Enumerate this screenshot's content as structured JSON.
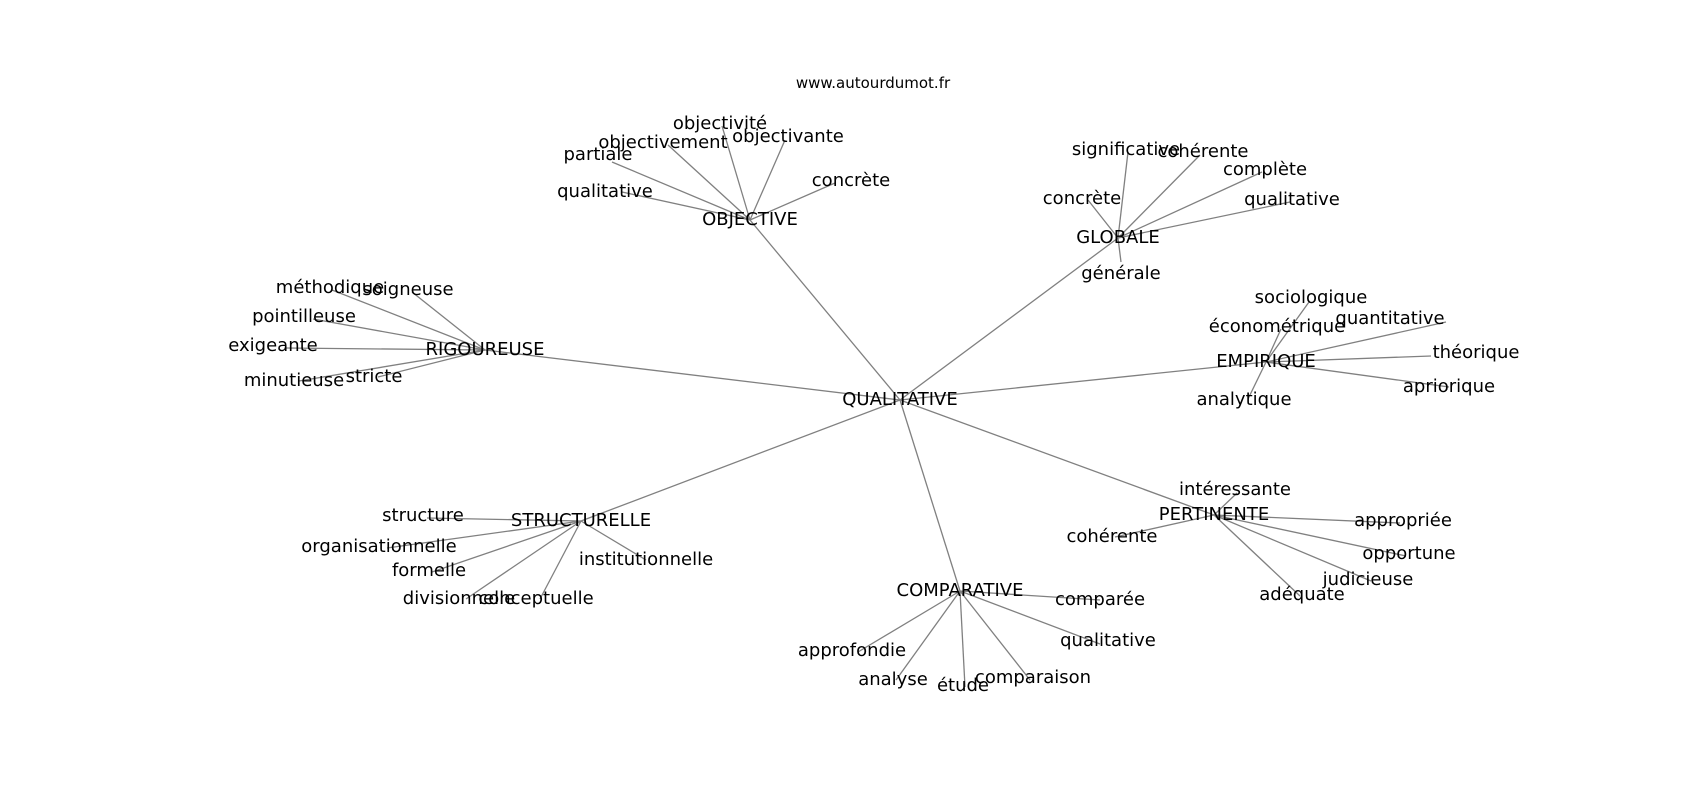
{
  "source": "www.autourdumot.fr",
  "center": "QUALITATIVE",
  "groups": [
    {
      "label": "OBJECTIVE",
      "words": [
        "qualitative",
        "partiale",
        "objectivement",
        "objectivité",
        "objectivante",
        "concrète"
      ]
    },
    {
      "label": "GLOBALE",
      "words": [
        "significative",
        "cohérente",
        "complète",
        "qualitative",
        "concrète",
        "générale"
      ]
    },
    {
      "label": "RIGOUREUSE",
      "words": [
        "méthodique",
        "soigneuse",
        "pointilleuse",
        "exigeante",
        "minutieuse",
        "stricte"
      ]
    },
    {
      "label": "EMPIRIQUE",
      "words": [
        "sociologique",
        "économétrique",
        "quantitative",
        "théorique",
        "apriorique",
        "analytique"
      ]
    },
    {
      "label": "STRUCTURELLE",
      "words": [
        "structure",
        "organisationnelle",
        "formelle",
        "divisionnelle",
        "conceptuelle",
        "institutionnelle"
      ]
    },
    {
      "label": "PERTINENTE",
      "words": [
        "intéressante",
        "cohérente",
        "appropriée",
        "opportune",
        "judicieuse",
        "adéquate"
      ]
    },
    {
      "label": "COMPARATIVE",
      "words": [
        "comparée",
        "qualitative",
        "comparaison",
        "étude",
        "analyse",
        "approfondie"
      ]
    }
  ]
}
